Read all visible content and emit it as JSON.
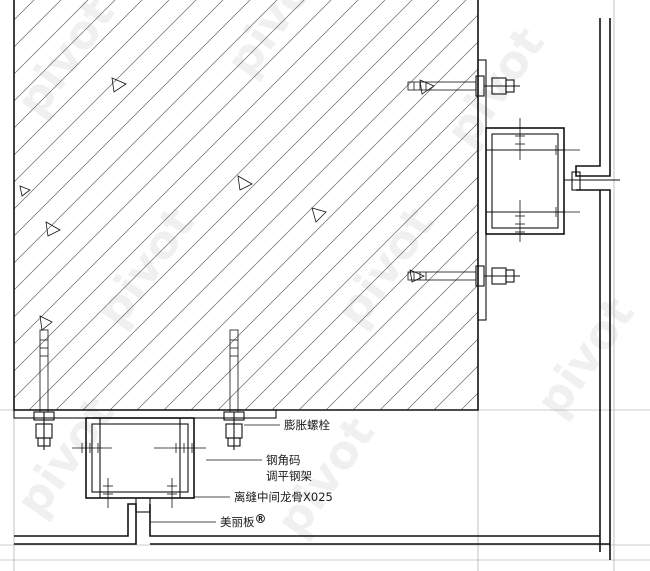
{
  "labels": {
    "anchor_bolt": "膨胀螺栓",
    "steel_angle_line1": "钢角码",
    "steel_angle_line2": "调平钢架",
    "keel": "离缝中间龙骨X025",
    "panel": "美丽板",
    "registered_mark": "®"
  },
  "watermark": "pivot",
  "colors": {
    "line": "#111111",
    "hatch": "#6a6a6a",
    "grid": "#9a9a9a",
    "background": "#ffffff"
  }
}
